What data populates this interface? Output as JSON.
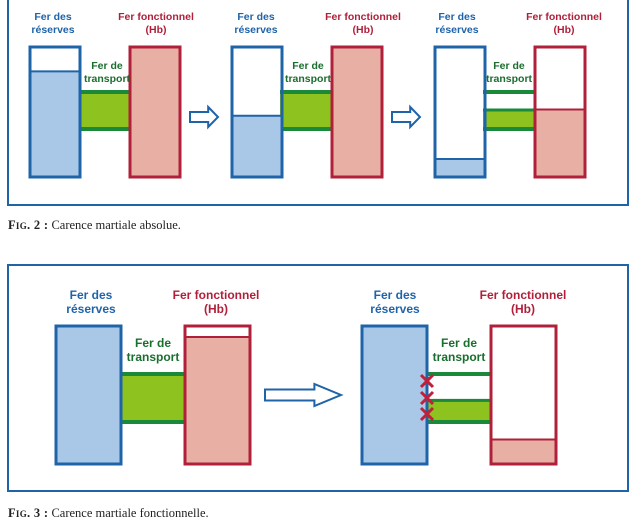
{
  "labels": {
    "iron_stores": [
      "Fer des",
      "réserves"
    ],
    "functional_iron": [
      "Fer fonctionnel",
      "(Hb)"
    ],
    "transport_iron": [
      "Fer de",
      "transport"
    ]
  },
  "captions": {
    "fig2_prefix": "Fig. 2 :",
    "fig2_text": "Carence martiale absolue.",
    "fig3_prefix": "Fig. 3 :",
    "fig3_text": "Carence martiale fonctionnelle."
  },
  "levels": {
    "fig2": [
      {
        "stores": 0.82,
        "functional": 1.0
      },
      {
        "stores": 0.47,
        "functional": 1.0
      },
      {
        "stores": 0.13,
        "functional": 0.52
      }
    ],
    "fig3": [
      {
        "stores": 1.0,
        "functional": 0.93
      },
      {
        "stores": 1.0,
        "functional": 0.17
      }
    ]
  },
  "colors": {
    "stores_border": "#1f63a8",
    "stores_fill": "#a9c8e8",
    "functional_border": "#b0203a",
    "functional_fill": "#e8b0a5",
    "transport_fill": "#8dc21f",
    "transport_line": "#1a8a3a",
    "arrow": "#1f63a8",
    "cross": "#c0203a"
  }
}
